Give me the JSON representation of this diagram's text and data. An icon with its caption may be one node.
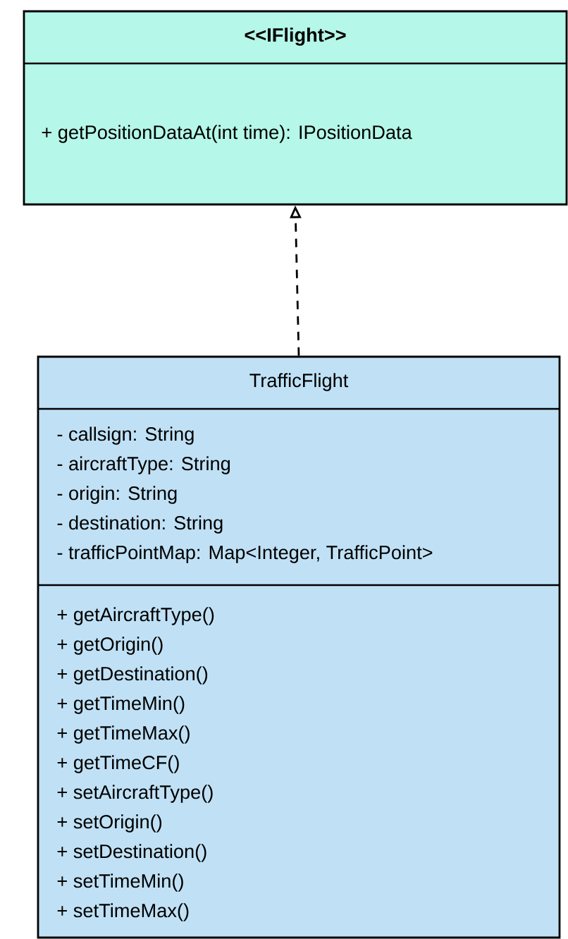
{
  "diagram": {
    "nodes": [
      {
        "text": [
          "<<IFlight>>",
          "+ getPositionDataAt(int time): IPositionData"
        ]
      },
      {
        "text": [
          "TrafficFlight",
          "-  callsign: String",
          "-  aircraftType: String",
          "- origin: String",
          "- destination: String",
          "- trafficPointMap: Map<Integer, TrafficPoint>",
          "+ getAircraftType()",
          "+ getOrigin()",
          "+ getDestination()",
          "+ getTimeMin()",
          "+ getTimeMax()",
          "+ getTimeCF()",
          "+ setAircraftType()",
          "+ setOrigin()",
          "+ setDestination()",
          "+ setTimeMin()",
          "+ setTimeMax()"
        ]
      }
    ],
    "edges": [
      {
        "from": 1,
        "to": 0,
        "arrow": "to",
        "style": "dashed"
      }
    ]
  }
}
